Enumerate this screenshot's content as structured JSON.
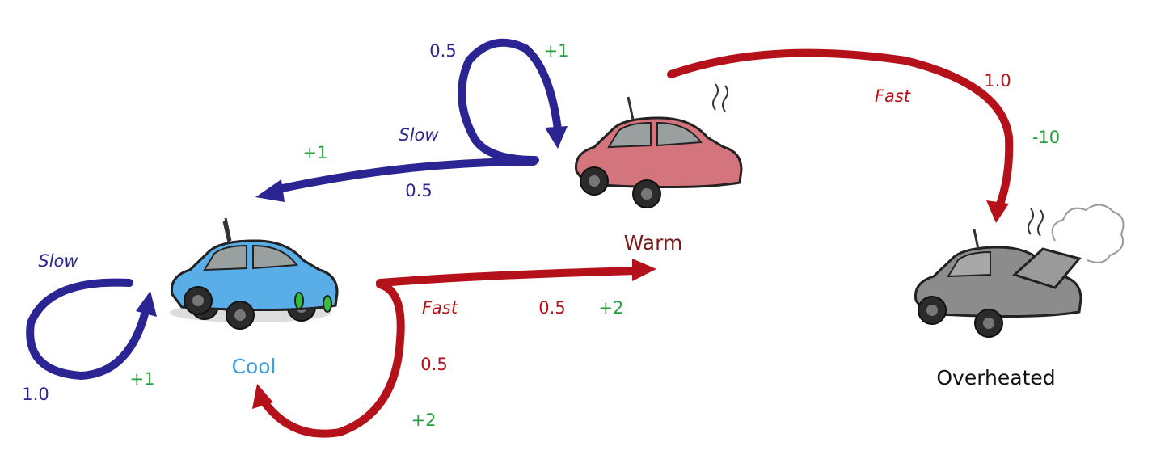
{
  "colors": {
    "slow": "#2b2593",
    "fast": "#b5111a",
    "reward": "#22a23a",
    "cool_label": "#3a9ee0",
    "warm_label": "#7a1c1c",
    "overheated_label": "#111111",
    "cool_car": "#5aaee8",
    "warm_car": "#d4747c",
    "overheated_car": "#8c8c8c"
  },
  "states": {
    "cool": {
      "label": "Cool",
      "icon": "blue-car-icon"
    },
    "warm": {
      "label": "Warm",
      "icon": "red-car-icon"
    },
    "overheated": {
      "label": "Overheated",
      "icon": "broken-car-icon"
    }
  },
  "transitions": {
    "cool_slow": {
      "action": "Slow",
      "probability": "1.0",
      "reward": "+1"
    },
    "cool_fast_warm": {
      "action": "Fast",
      "probability": "0.5",
      "reward": "+2"
    },
    "cool_fast_cool": {
      "probability": "0.5",
      "reward": "+2"
    },
    "warm_slow_warm": {
      "probability": "0.5",
      "reward": "+1"
    },
    "warm_slow_cool": {
      "action": "Slow",
      "probability": "0.5",
      "reward": "+1"
    },
    "warm_fast": {
      "action": "Fast",
      "probability": "1.0",
      "reward": "-10"
    }
  }
}
